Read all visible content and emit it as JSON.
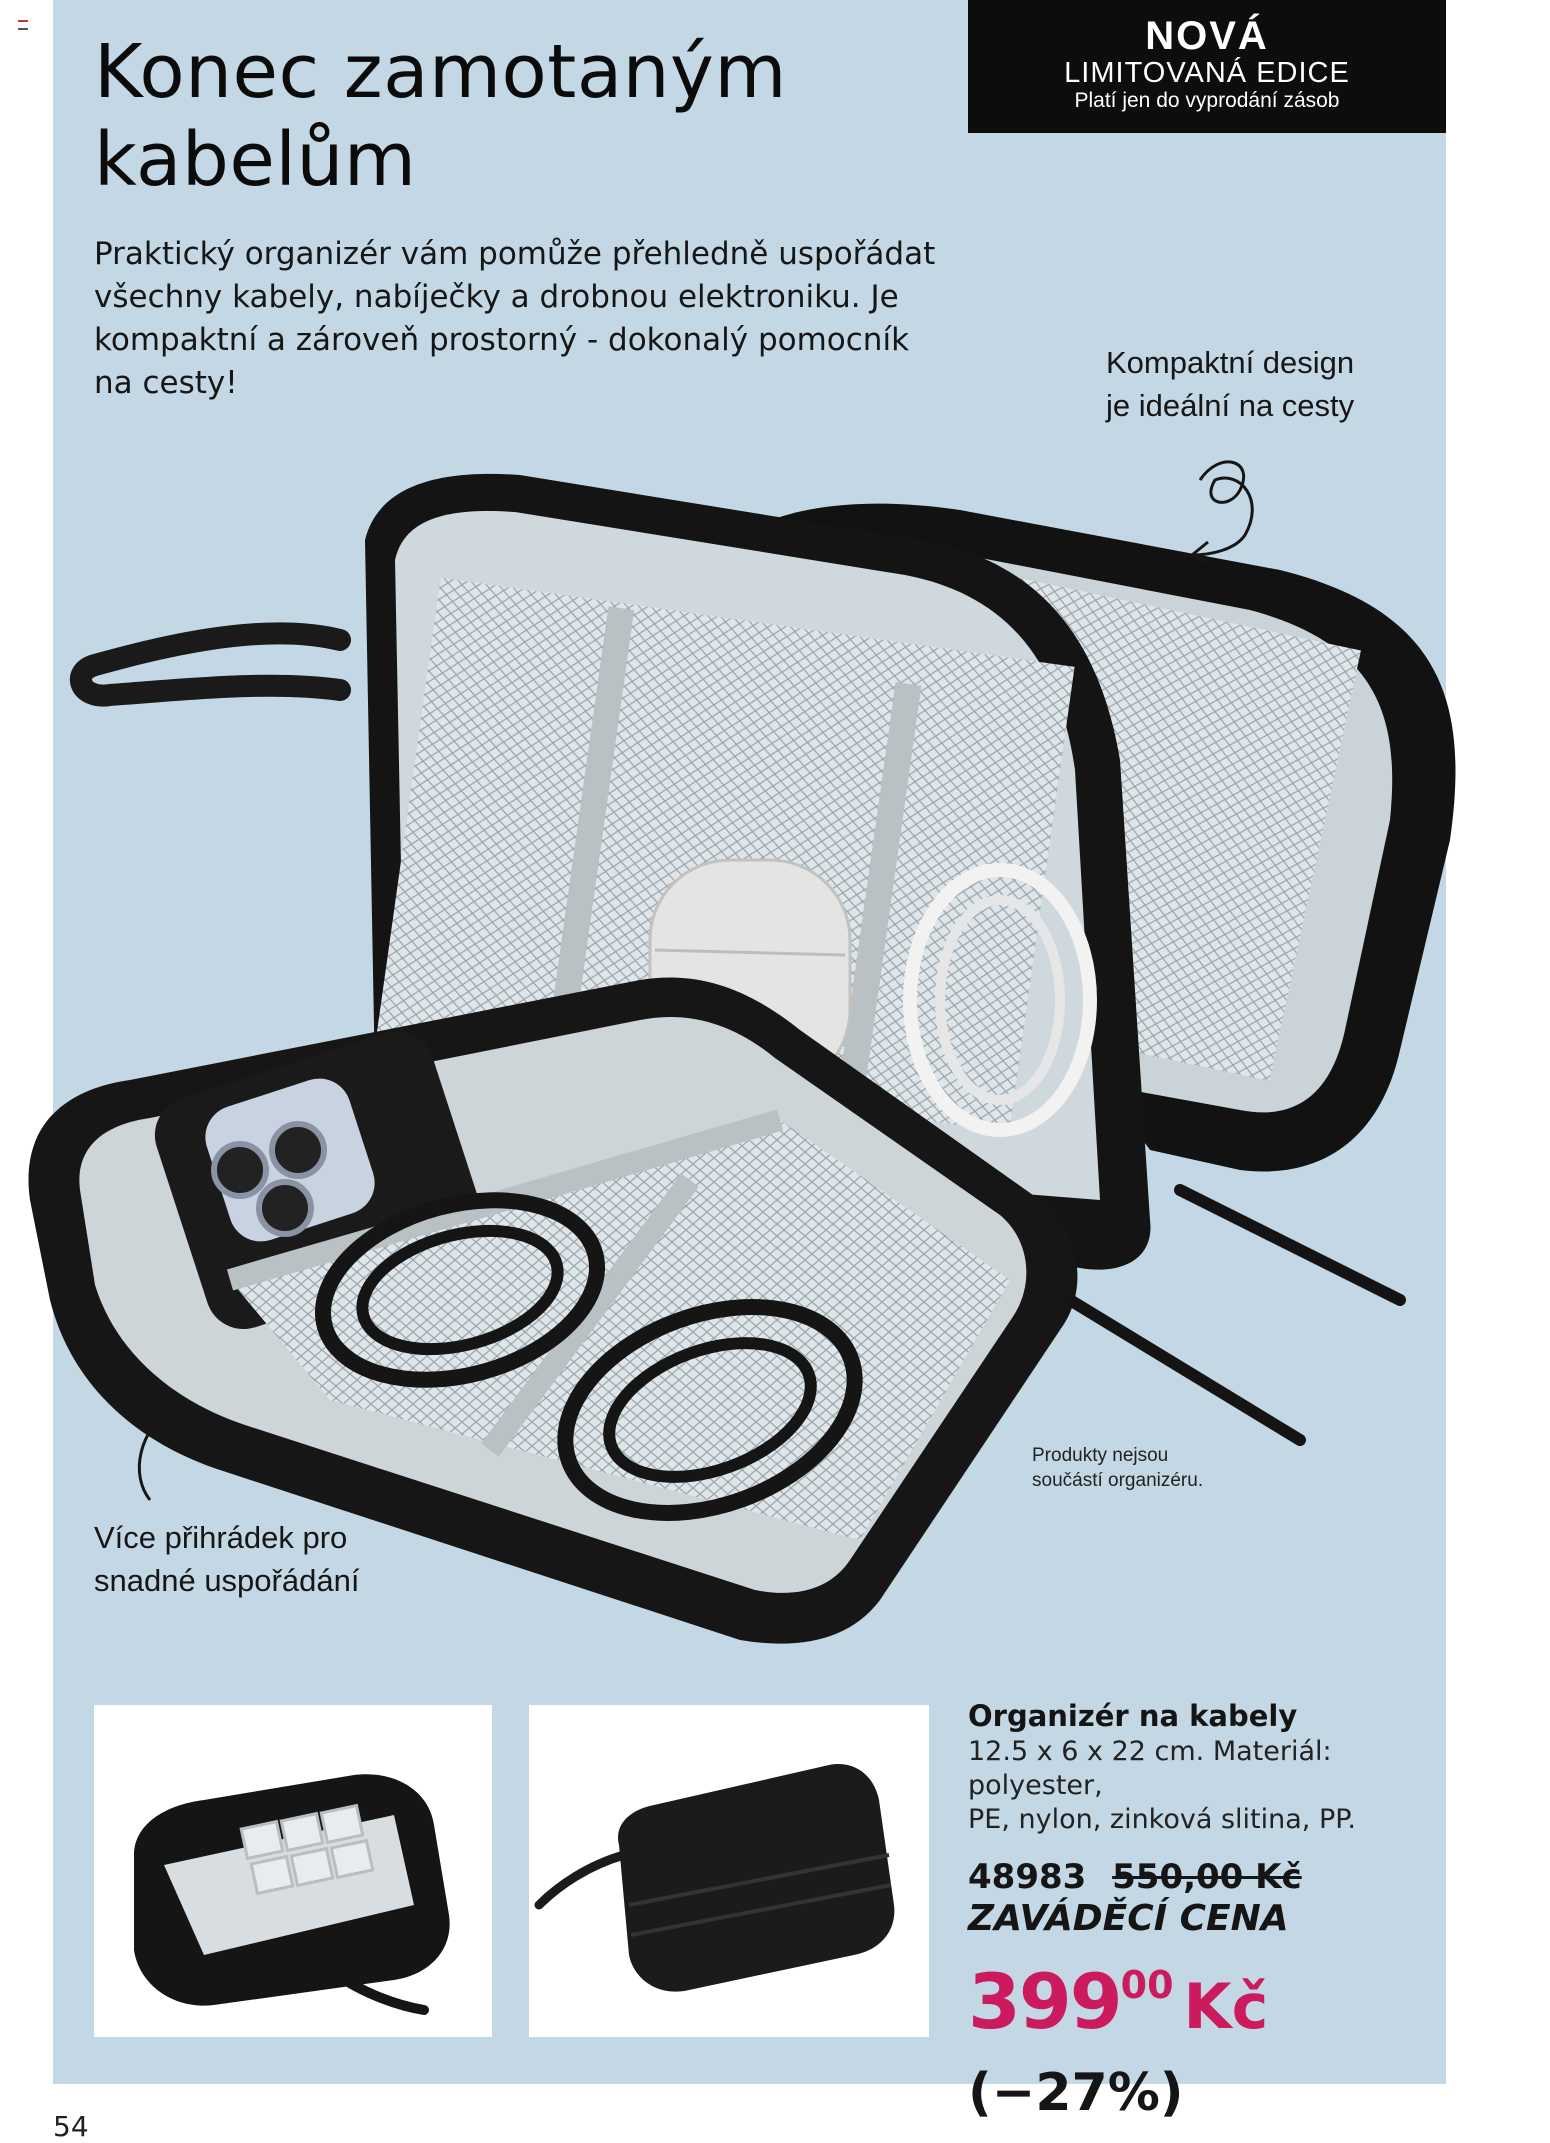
{
  "headline": "Konec zamotaným kabelům",
  "intro": "Praktický organizér vám pomůže přehledně uspořádat všechny kabely, nabíječky a drobnou elektroniku. Je kompaktní a zároveň prostorný - dokonalý pomocník na cesty!",
  "badge": {
    "line1": "NOVÁ",
    "line2": "LIMITOVANÁ EDICE",
    "line3": "Platí jen do vyprodání zásob"
  },
  "callouts": {
    "top_line1": "Kompaktní design",
    "top_line2": "je ideální na cesty",
    "left_line1": "Více přihrádek pro",
    "left_line2": "snadné uspořádání",
    "note_line1": "Produkty nejsou",
    "note_line2": "součástí organizéru."
  },
  "product": {
    "name": "Organizér na kabely",
    "desc_line1": "12.5 x 6 x 22 cm. Materiál: polyester,",
    "desc_line2": "PE, nylon, zinková slitina, PP.",
    "code": "48983",
    "old_price": "550,00 Kč",
    "promo_label": "ZAVÁDĚCÍ CENA",
    "price_main": "399",
    "price_cents": "00",
    "currency": "Kč",
    "discount": "(−27%)"
  },
  "page_number": "54",
  "colors": {
    "panel": "#c3d8e4",
    "badge_bg": "#0d0d0d",
    "price": "#cc1a5e"
  }
}
